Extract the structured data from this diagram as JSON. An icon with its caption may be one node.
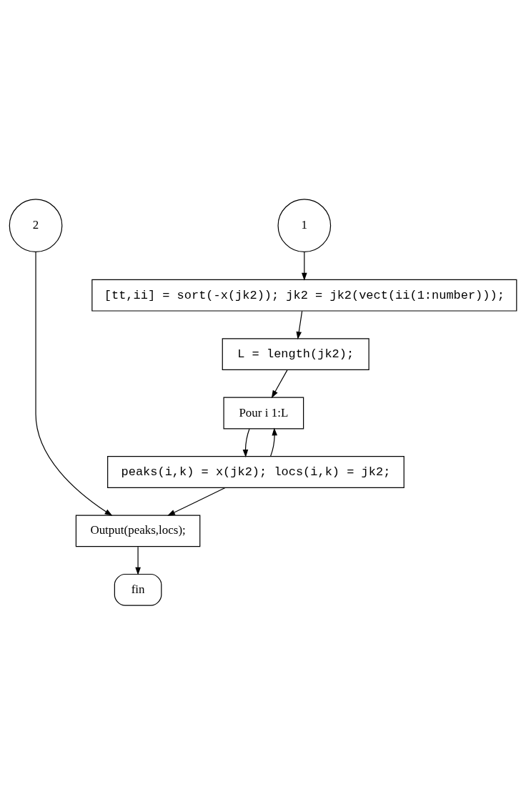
{
  "diagram": {
    "nodes": [
      {
        "text": [
          "2"
        ]
      },
      {
        "text": [
          "1"
        ]
      },
      {
        "text": [
          "[tt,ii] = sort(-x(jk2)); jk2 = jk2(vect(ii(1:number)));"
        ]
      },
      {
        "text": [
          "L = length(jk2);"
        ]
      },
      {
        "text": [
          "Pour i 1:L"
        ]
      },
      {
        "text": [
          "peaks(i,k) = x(jk2); locs(i,k) = jk2;"
        ]
      },
      {
        "text": [
          "Output(peaks,locs);"
        ]
      },
      {
        "text": [
          "fin"
        ]
      }
    ],
    "edges": [
      {
        "from": 1,
        "to": 2,
        "arrow": "to"
      },
      {
        "from": 2,
        "to": 3,
        "arrow": "to"
      },
      {
        "from": 3,
        "to": 4,
        "arrow": "to"
      },
      {
        "from": 4,
        "to": 5,
        "arrow": "to"
      },
      {
        "from": 5,
        "to": 4,
        "arrow": "to"
      },
      {
        "from": 5,
        "to": 6,
        "arrow": "to"
      },
      {
        "from": 0,
        "to": 6,
        "arrow": "to"
      },
      {
        "from": 6,
        "to": 7,
        "arrow": "to"
      }
    ]
  }
}
